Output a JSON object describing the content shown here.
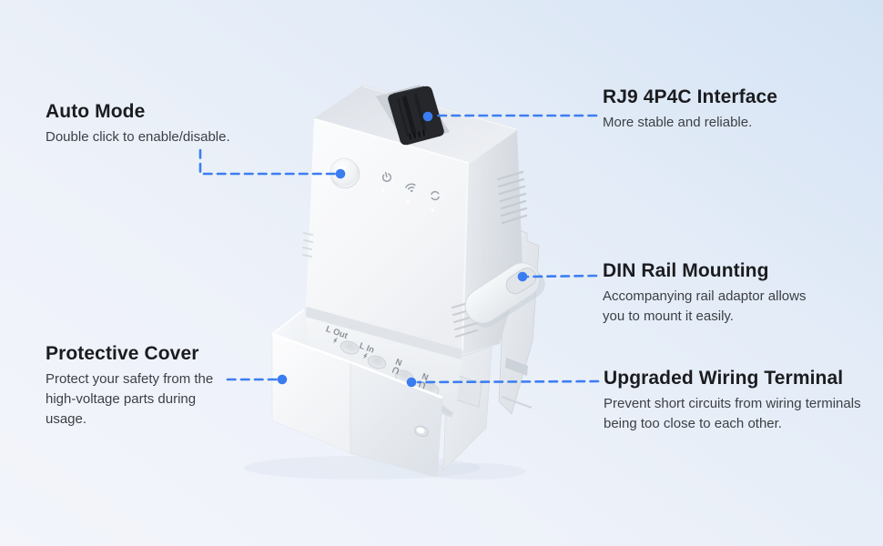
{
  "colors": {
    "accent": "#3c7ef2",
    "heading": "#1b1c20",
    "body_text": "#3c3f44",
    "background_top_right": "#d4e3f4",
    "background_bottom_left": "#f3f5fb",
    "device_white": "#f7f8fa",
    "port_dark": "#25272b"
  },
  "callouts": {
    "auto_mode": {
      "title": "Auto Mode",
      "desc": "Double click to enable/disable."
    },
    "rj9": {
      "title": "RJ9 4P4C Interface",
      "desc": "More stable and reliable."
    },
    "din_rail": {
      "title": "DIN Rail Mounting",
      "desc": "Accompanying rail adaptor allows you to mount it easily."
    },
    "wiring_terminal": {
      "title": "Upgraded Wiring Terminal",
      "desc": "Prevent short circuits from wiring terminals being too close to each other."
    },
    "protective_cover": {
      "title": "Protective Cover",
      "desc": "Protect your safety from the high-voltage parts during usage."
    }
  },
  "device": {
    "terminal_labels": [
      "L Out",
      "L In",
      "N",
      "N"
    ],
    "indicators": [
      "power-icon",
      "wifi-icon",
      "pairing-icon"
    ]
  }
}
